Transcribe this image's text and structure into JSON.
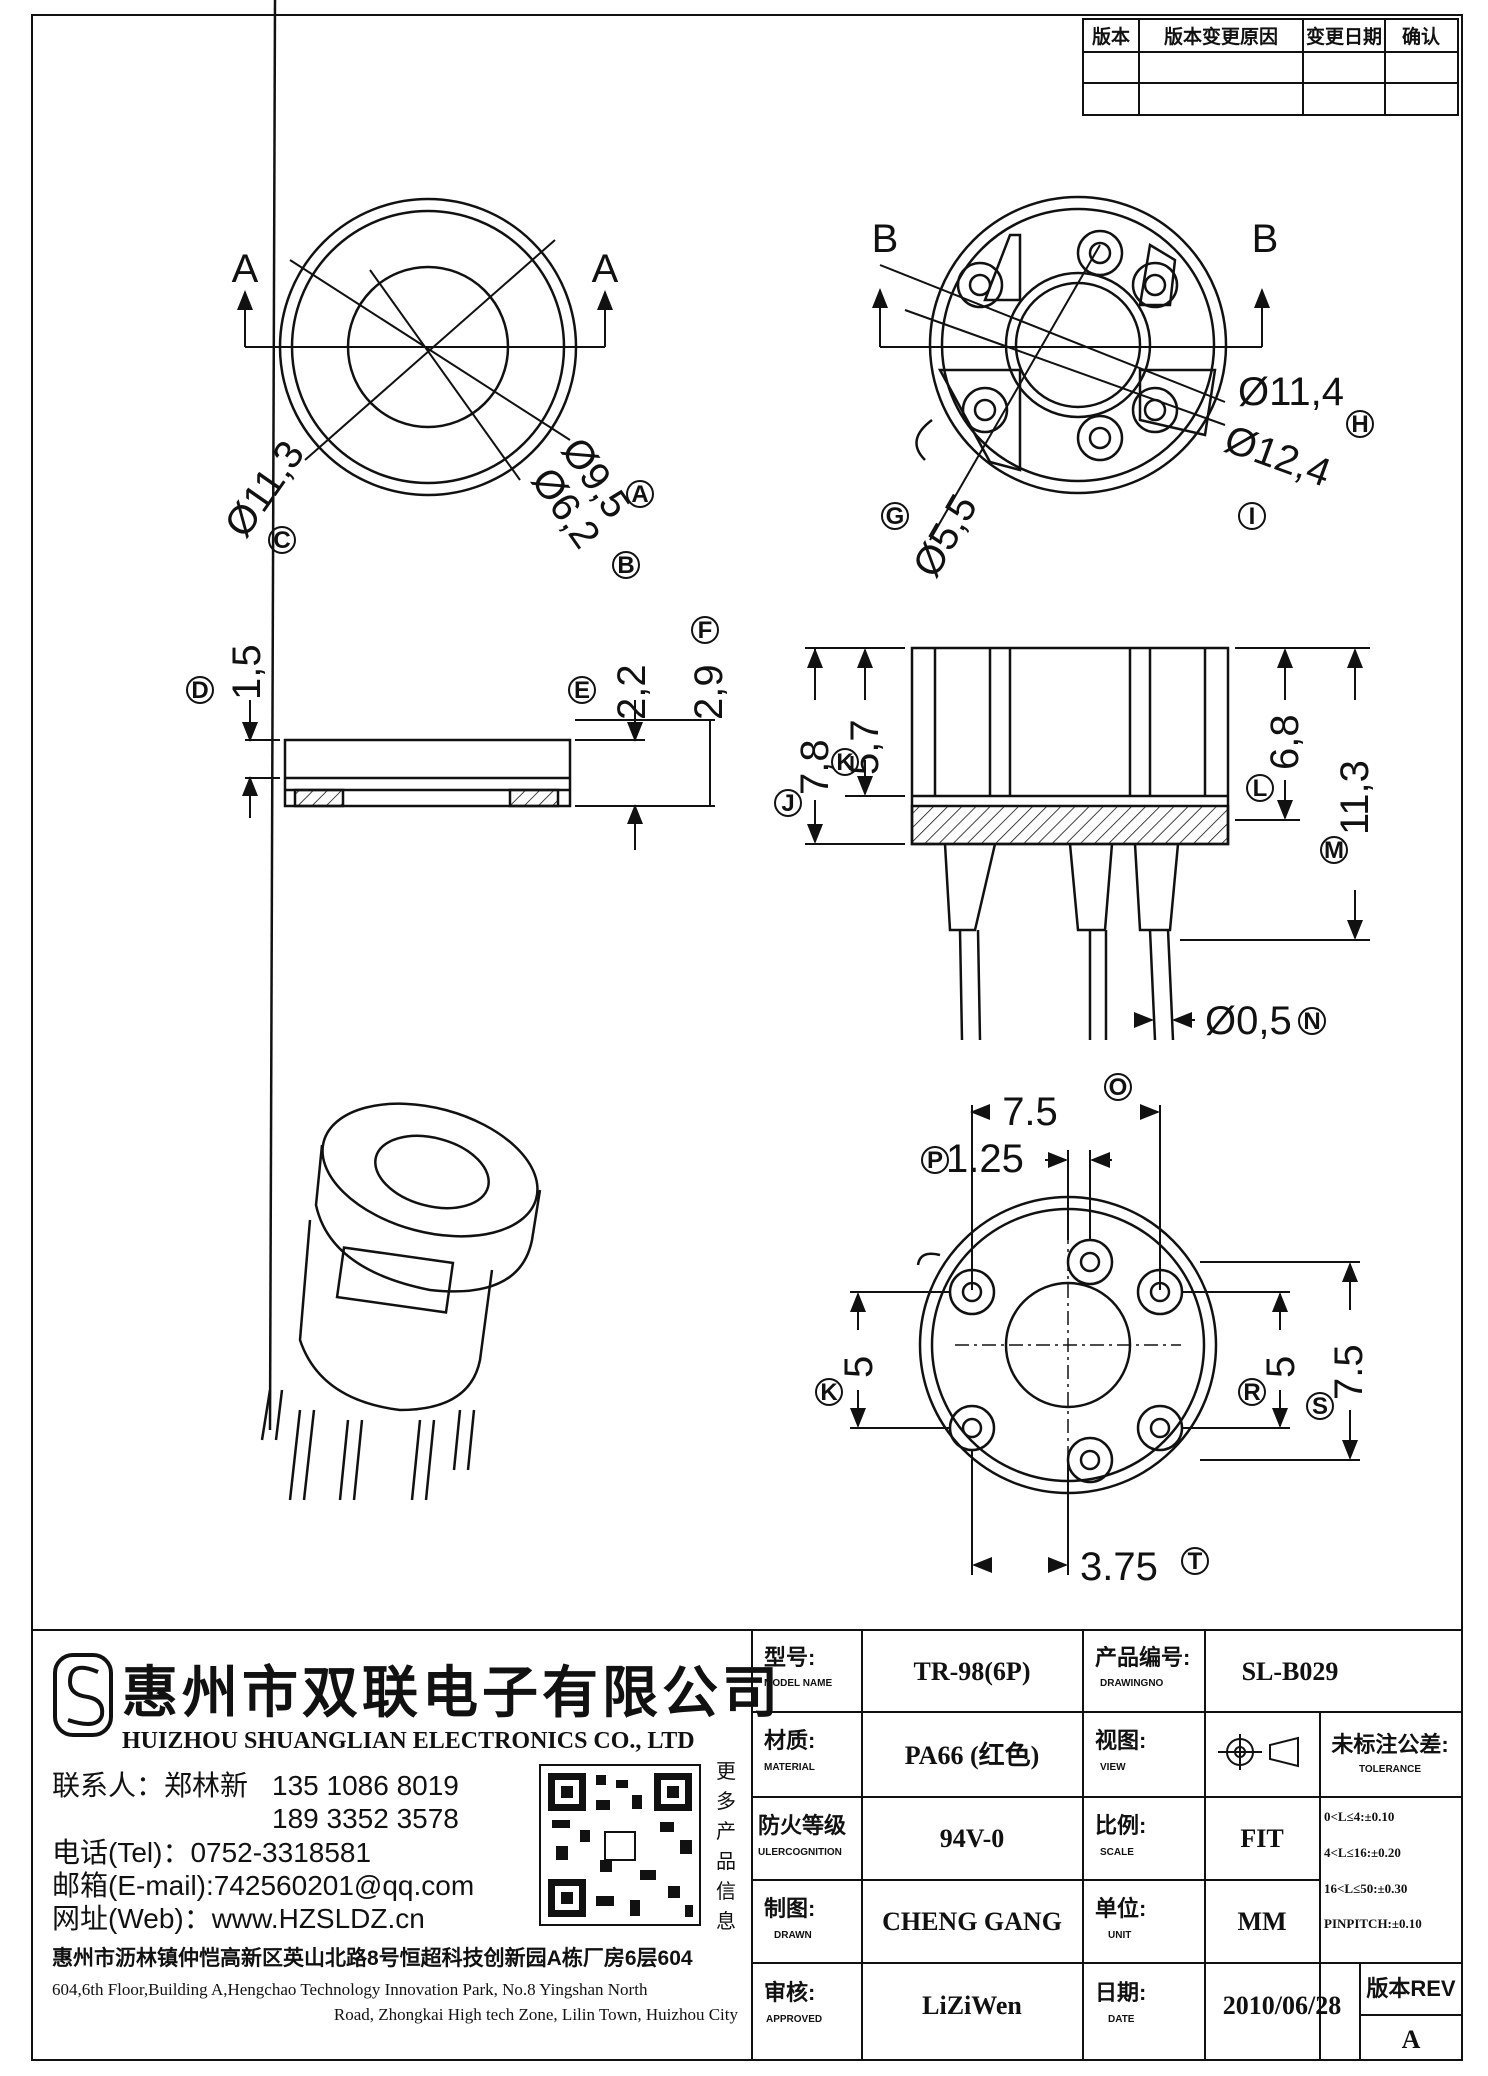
{
  "revision_table": {
    "headers": [
      "版本",
      "版本变更原因",
      "变更日期",
      "确认"
    ]
  },
  "dimensions": {
    "top_left": [
      "Ø11,3",
      "Ø9,5",
      "Ø6,2"
    ],
    "top_right": [
      "Ø11,4",
      "Ø12,4",
      "Ø5,5"
    ],
    "section_labels": [
      "A",
      "A",
      "B",
      "B"
    ],
    "mid_left": [
      "1,5",
      "2,2",
      "2,9"
    ],
    "mid_right": [
      "7,8",
      "5,7",
      "6,8",
      "11,3",
      "Ø0,5"
    ],
    "bottom_right": [
      "7.5",
      "1.25",
      "5",
      "5",
      "7.5",
      "3.75"
    ]
  },
  "markers": {
    "A": "A",
    "B": "B",
    "C": "C",
    "D": "D",
    "E": "E",
    "F": "F",
    "G": "G",
    "H": "H",
    "I": "I",
    "J": "J",
    "K": "K",
    "L": "L",
    "M": "M",
    "N": "N",
    "O": "O",
    "P": "P",
    "R": "R",
    "S": "S",
    "T": "T"
  },
  "company": {
    "name_cn": "惠州市双联电子有限公司",
    "name_en": "HUIZHOU SHUANGLIAN ELECTRONICS CO., LTD",
    "contact_label": "联系人：郑林新",
    "phone1": "135 1086 8019",
    "phone2": "189 3352 3578",
    "tel": "电话(Tel)：0752-3318581",
    "email": "邮箱(E-mail):742560201@qq.com",
    "web": "网址(Web)：www.HZSLDZ.cn",
    "addr_cn": "惠州市沥林镇仲恺高新区英山北路8号恒超科技创新园A栋厂房6层604",
    "addr_en1": "604,6th Floor,Building A,Hengchao Technology Innovation Park, No.8 Yingshan North",
    "addr_en2": "Road, Zhongkai High tech Zone, Lilin Town, Huizhou City",
    "qr_side": [
      "更",
      "多",
      "产",
      "品",
      "信",
      "息"
    ]
  },
  "title_block": {
    "model_label": "型号:",
    "model_sub": "MODEL NAME",
    "model": "TR-98(6P)",
    "drawing_label": "产品编号:",
    "drawing_sub": "DRAWINGNO",
    "drawing_no": "SL-B029",
    "material_label": "材质:",
    "material_sub": "MATERIAL",
    "material": "PA66 (红色)",
    "view_label": "视图:",
    "view_sub": "VIEW",
    "tolerance_label": "未标注公差:",
    "tolerance_sub": "TOLERANCE",
    "fire_label": "防火等级",
    "fire_sub": "ULERCOGNITION",
    "fire": "94V-0",
    "scale_label": "比例:",
    "scale_sub": "SCALE",
    "scale": "FIT",
    "drawn_label": "制图:",
    "drawn_sub": "DRAWN",
    "drawn": "CHENG GANG",
    "unit_label": "单位:",
    "unit_sub": "UNIT",
    "unit": "MM",
    "approved_label": "审核:",
    "approved_sub": "APPROVED",
    "approved": "LiZiWen",
    "date_label": "日期:",
    "date_sub": "DATE",
    "date": "2010/06/28",
    "rev_label": "版本REV",
    "rev": "A",
    "tolerances": [
      "0<L≤4:±0.10",
      "4<L≤16:±0.20",
      "16<L≤50:±0.30",
      "PINPITCH:±0.10"
    ]
  }
}
